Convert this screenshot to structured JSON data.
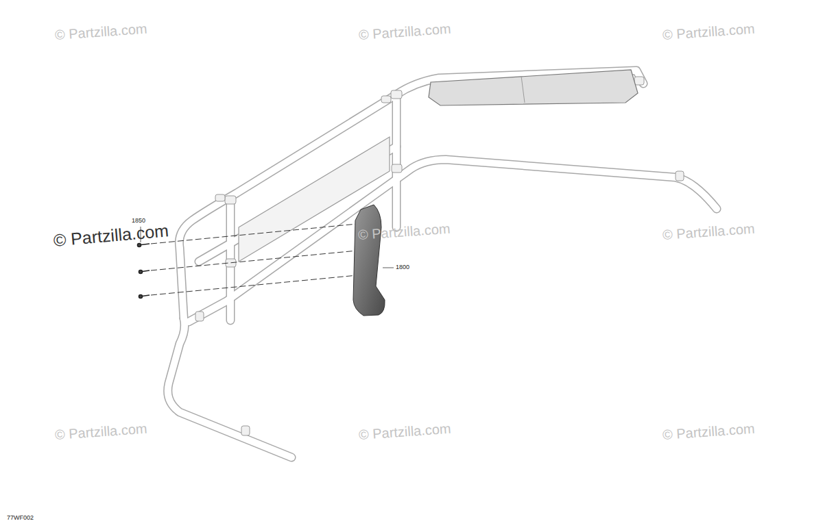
{
  "diagram": {
    "labels": [
      "© Partzilla.com",
      "© Partzilla.com",
      "© Partzilla.com",
      "1850",
      "© Partzilla.com",
      "© Partzilla.com",
      "1800",
      "© Partzilla.com",
      "© Partzilla.com",
      "© Partzilla.com",
      "© Partzilla.com",
      "77WF002"
    ]
  }
}
